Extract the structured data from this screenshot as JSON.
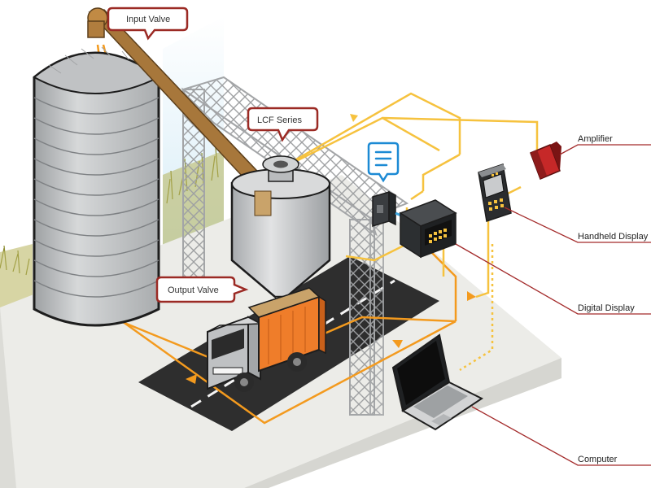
{
  "callouts": {
    "input_valve": "Input Valve",
    "lcf_series": "LCF Series",
    "output_valve": "Output Valve"
  },
  "devices": {
    "amplifier": "Amplifier",
    "handheld_display": "Handheld Display",
    "digital_display": "Digital Display",
    "computer": "Computer"
  },
  "colors": {
    "wire_orange": "#f39a1e",
    "wire_yellow": "#f6c23e",
    "leader_red": "#a32a2a",
    "callout_border": "#9b2a24",
    "truss": "#b4b6b8",
    "silo": "#c9cbcd",
    "truck_bed": "#ef7d2a",
    "road": "#2e2e2e",
    "ground": "#ebebe6",
    "amplifier_body": "#c62828"
  },
  "icons": [
    "chat-bubble-icon",
    "silo-icon",
    "hopper-icon",
    "truck-icon",
    "truss-icon",
    "laptop-icon",
    "handheld-display-icon",
    "digital-display-icon",
    "amplifier-icon",
    "junction-box-icon"
  ]
}
